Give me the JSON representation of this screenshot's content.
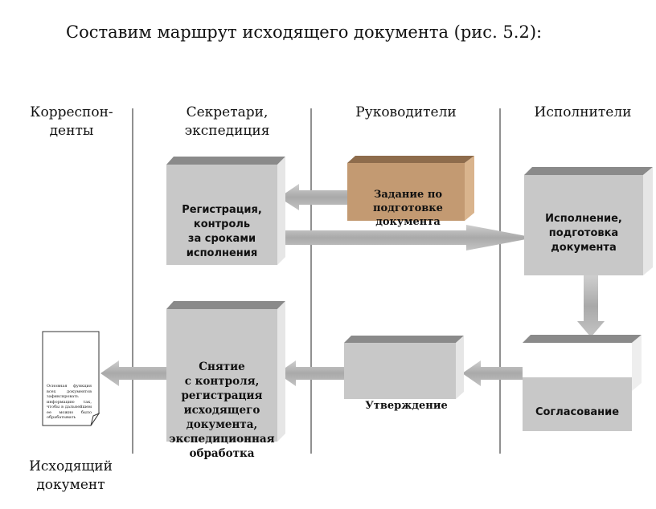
{
  "title": "Составим маршрут исходящего документа (рис. 5.2):",
  "columns": [
    {
      "line1": "Корреспон-",
      "line2": "денты"
    },
    {
      "line1": "Секретари,",
      "line2": "экспедиция"
    },
    {
      "line1": "Руководители",
      "line2": ""
    },
    {
      "line1": "Исполнители",
      "line2": ""
    }
  ],
  "boxes": {
    "registration": [
      "Регистрация,",
      "контроль",
      "за сроками",
      "исполнения"
    ],
    "task": [
      "Задание по",
      "подготовке",
      "документа"
    ],
    "execution": [
      "Исполнение,",
      "подготовка",
      "документа"
    ],
    "removal": [
      "Снятие",
      "с контроля,",
      "регистрация",
      "исходящего",
      "документа,",
      "экспедиционная",
      "обработка"
    ],
    "approval": "Утверждение",
    "agreement": "Согласование"
  },
  "document": {
    "text": "Основная функция всех документов зафиксировать информацию так, чтобы в дальнейшем ее можно было обрабатывать",
    "label1": "Исходящий",
    "label2": "документ"
  },
  "colors": {
    "box": "#c8c8c8",
    "task_box": "#c39a72",
    "arrow": "#b0b0b0"
  }
}
